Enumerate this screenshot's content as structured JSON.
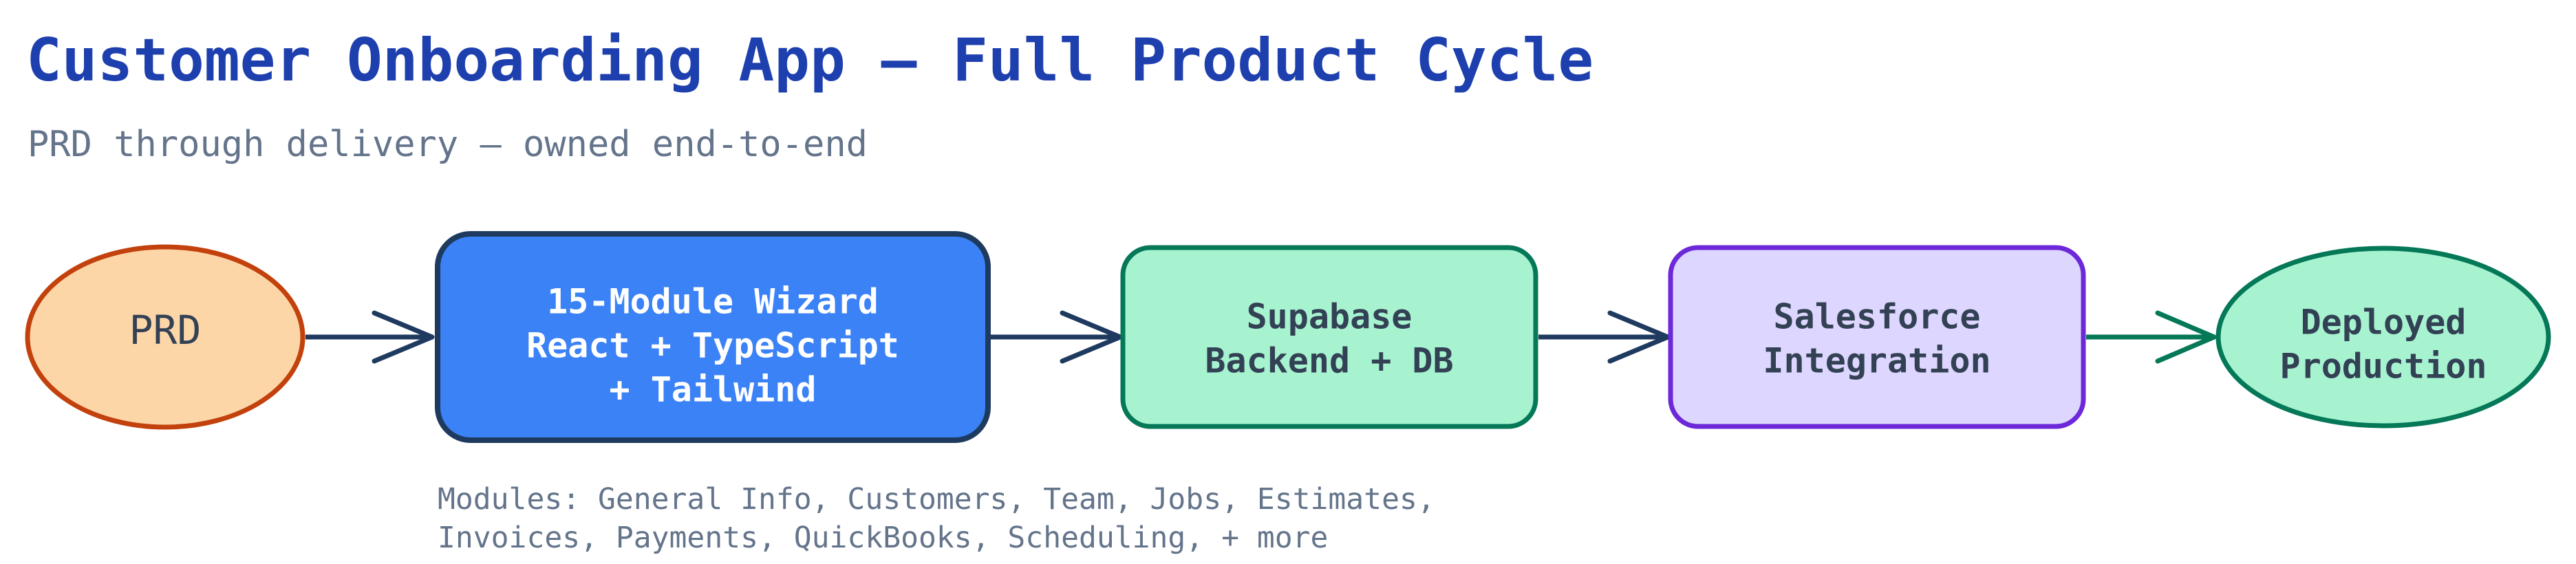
{
  "header": {
    "title": "Customer Onboarding App — Full Product Cycle",
    "subtitle": "PRD through delivery — owned end-to-end"
  },
  "nodes": {
    "prd": {
      "label": "PRD"
    },
    "wizard": {
      "line1": "15-Module Wizard",
      "line2": "React + TypeScript",
      "line3": "+ Tailwind"
    },
    "supabase": {
      "line1": "Supabase",
      "line2": "Backend + DB"
    },
    "salesforce": {
      "line1": "Salesforce",
      "line2": "Integration"
    },
    "deployed": {
      "line1": "Deployed",
      "line2": "Production"
    }
  },
  "note": {
    "line1": "Modules: General Info, Customers, Team, Jobs, Estimates,",
    "line2": "Invoices, Payments, QuickBooks, Scheduling, + more"
  },
  "colors": {
    "title": "#1e40af",
    "muted": "#64748b",
    "prd_fill": "#fdd6a8",
    "prd_stroke": "#c2410c",
    "wizard_fill": "#3b82f6",
    "wizard_stroke": "#1e3a5f",
    "green_fill": "#a7f3d0",
    "green_stroke": "#047857",
    "purple_fill": "#ddd6fe",
    "purple_stroke": "#6d28d9",
    "arrow_dark": "#1e3a5f",
    "arrow_green": "#047857"
  }
}
